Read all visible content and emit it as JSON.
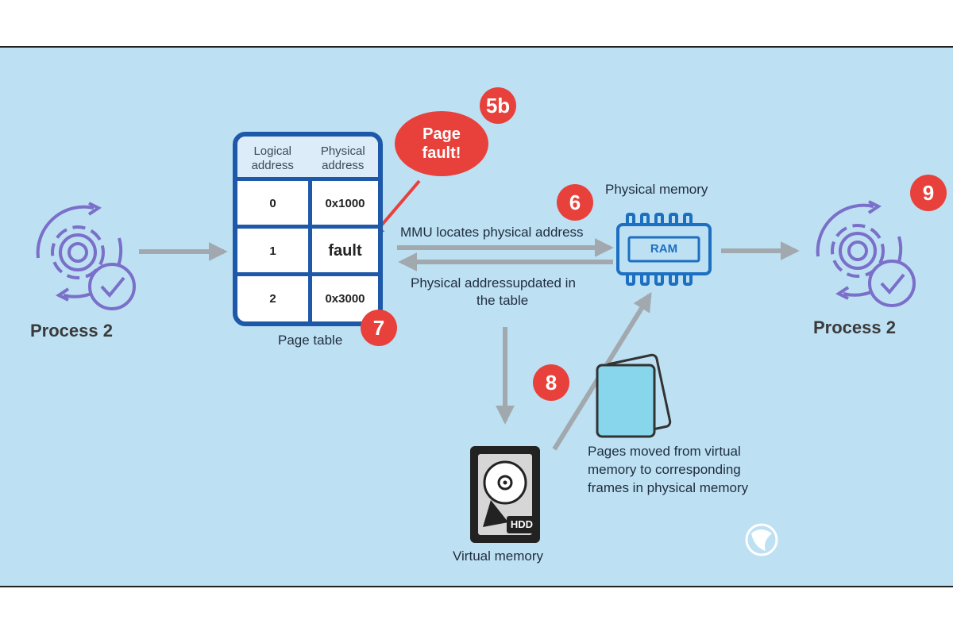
{
  "process_left": {
    "label": "Process 2"
  },
  "process_right": {
    "label": "Process 2"
  },
  "page_table": {
    "caption": "Page table",
    "headers": {
      "logical": "Logical address",
      "physical": "Physical address"
    },
    "rows": [
      {
        "logical": "0",
        "physical": "0x1000"
      },
      {
        "logical": "1",
        "physical": "fault"
      },
      {
        "logical": "2",
        "physical": "0x3000"
      }
    ]
  },
  "fault_bubble": {
    "text": "Page fault!"
  },
  "badges": {
    "b5": "5b",
    "b6": "6",
    "b7": "7",
    "b8": "8",
    "b9": "9"
  },
  "arrows": {
    "mmu_locates": "MMU locates physical address",
    "address_updated_line1": "Physical addressupdated in",
    "address_updated_line2": "the table"
  },
  "physical_memory": {
    "label": "Physical memory",
    "chip_text": "RAM"
  },
  "virtual_memory": {
    "label": "Virtual memory",
    "drive_text": "HDD"
  },
  "pages_moved": {
    "line1": "Pages moved from virtual",
    "line2": "memory to corresponding",
    "line3": "frames in physical memory"
  },
  "colors": {
    "background": "#bde0f3",
    "table_blue": "#1d59a8",
    "badge_red": "#e8413c",
    "arrow_gray": "#a2a9ae",
    "process_purple": "#7a6fc9"
  }
}
